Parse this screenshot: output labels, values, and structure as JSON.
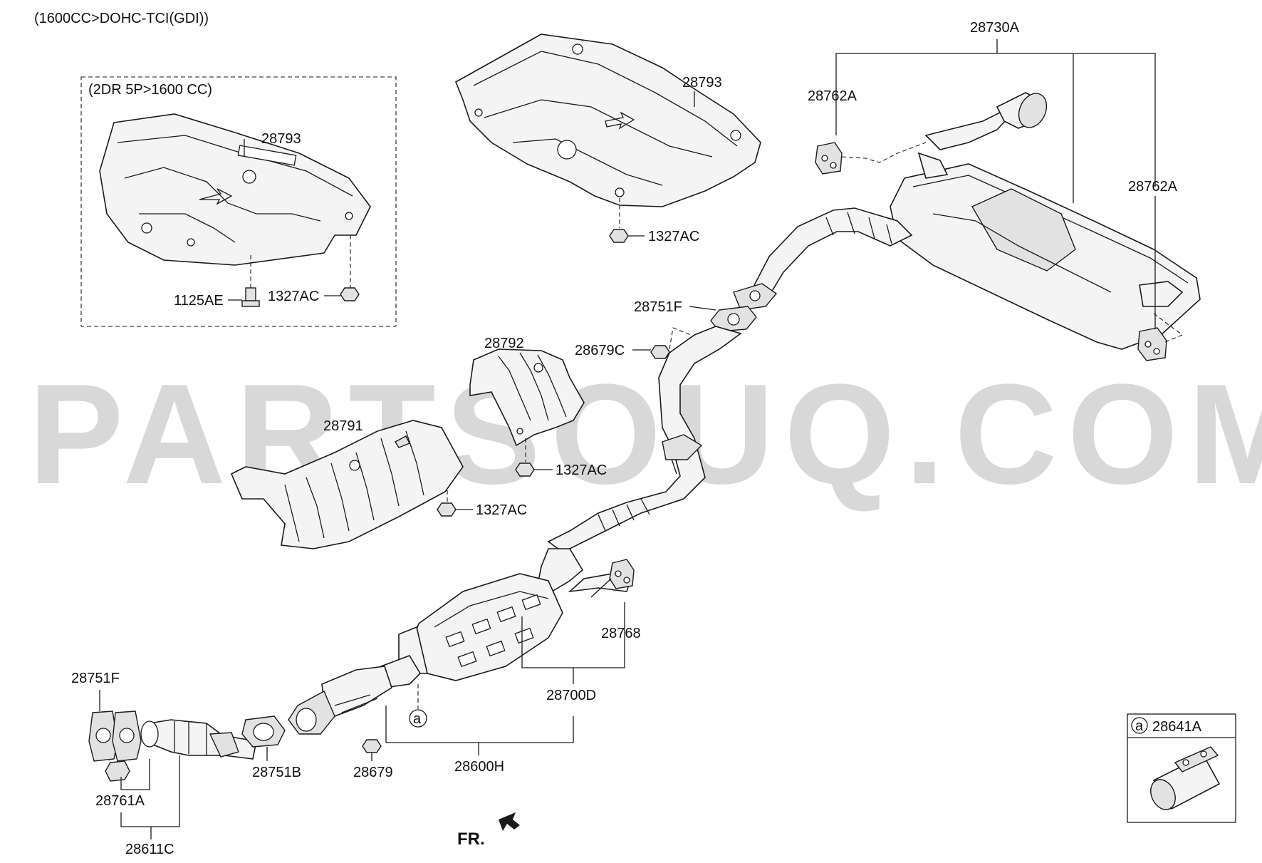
{
  "header": {
    "title": "(1600CC>DOHC-TCI(GDI))"
  },
  "inset": {
    "title": "(2DR 5P>1600 CC)"
  },
  "watermark": "PARTSOUQ.COM",
  "direction_label": "FR.",
  "callout_letter": "a",
  "parts": {
    "p28793_inset": "28793",
    "p1125AE": "1125AE",
    "p1327AC_inset": "1327AC",
    "p28793_top": "28793",
    "p1327AC_top": "1327AC",
    "p28730A": "28730A",
    "p28762A_left": "28762A",
    "p28762A_right": "28762A",
    "p28751F_mid": "28751F",
    "p28679C": "28679C",
    "p28792": "28792",
    "p1327AC_28792": "1327AC",
    "p28791": "28791",
    "p1327AC_28791": "1327AC",
    "p28768": "28768",
    "p28700D": "28700D",
    "p28600H": "28600H",
    "p28751F_left": "28751F",
    "p28751B": "28751B",
    "p28679": "28679",
    "p28761A": "28761A",
    "p28611C": "28611C",
    "p28641A": "28641A"
  }
}
